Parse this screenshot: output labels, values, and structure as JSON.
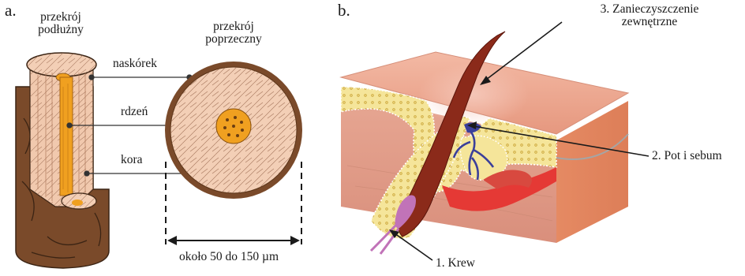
{
  "panel_a": {
    "letter": "a.",
    "heading_longitudinal": [
      "przekrój",
      "podłużny"
    ],
    "heading_cross": [
      "przekrój",
      "poprzeczny"
    ],
    "label_cuticle": "naskórek",
    "label_medulla": "rdzeń",
    "label_cortex": "kora",
    "diameter": "około 50 do 150 µm"
  },
  "panel_b": {
    "letter": "b.",
    "label_external": [
      "3. Zanieczyszczenie",
      "zewnętrzne"
    ],
    "label_sweat": "2. Pot i sebum",
    "label_blood": "1. Krew"
  },
  "colors": {
    "hair_brown": "#7a4a2a",
    "cortex_pink": "#f1c9ae",
    "medulla_orange": "#f0a020",
    "skin_pink": "#e9a48c",
    "fat_yellow": "#f5e59a",
    "blood_red": "#e53935",
    "gland_blue": "#3b3f9a",
    "shaft_brown": "#8b2a1a"
  }
}
